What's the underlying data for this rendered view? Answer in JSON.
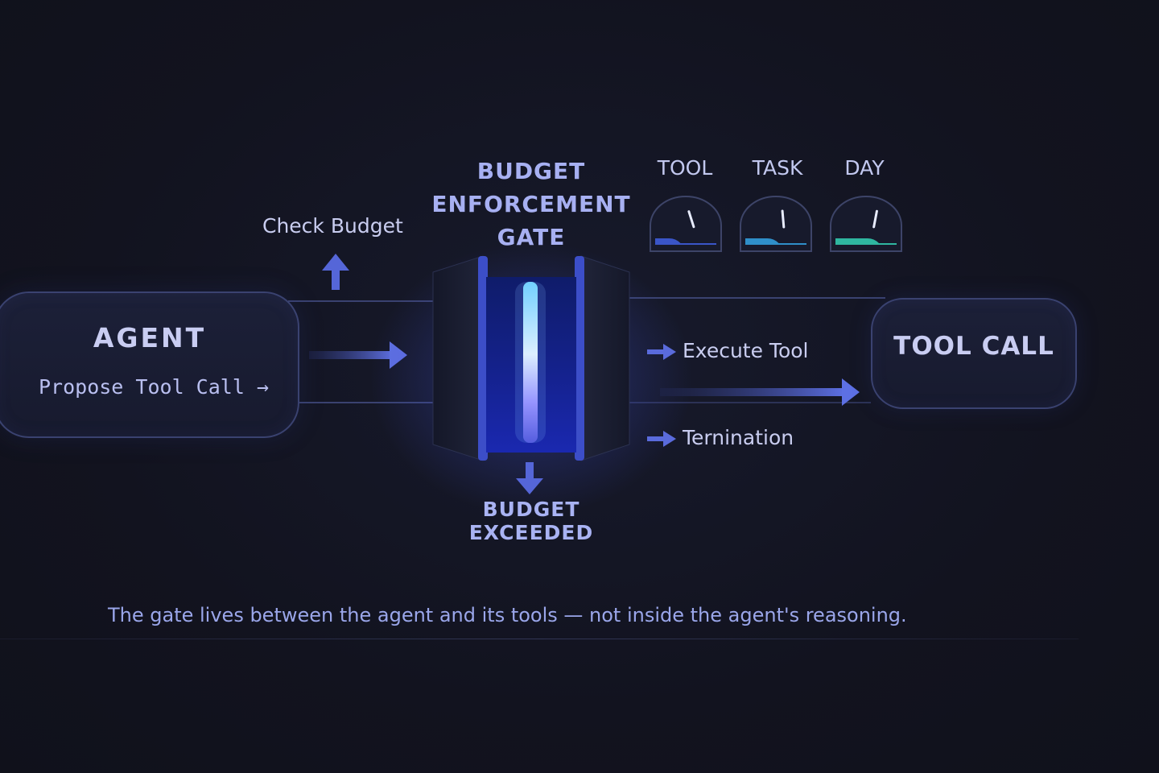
{
  "agent": {
    "title": "AGENT",
    "subtitle": "Propose Tool Call →"
  },
  "gate": {
    "title_lines": [
      "BUDGET",
      "ENFORCEMENT",
      "GATE"
    ],
    "check_label": "Check Budget",
    "exceeded_label": "BUDGET EXCEEDED"
  },
  "meters": [
    {
      "label": "TOOL",
      "level": 0.35,
      "color": "#3a55c8"
    },
    {
      "label": "TASK",
      "level": 0.55,
      "color": "#2f8fc9"
    },
    {
      "label": "DAY",
      "level": 0.8,
      "color": "#2fb6a0"
    }
  ],
  "outputs": {
    "execute_label": "Execute Tool",
    "termination_label": "Ternination"
  },
  "tool_call": {
    "title": "TOOL CALL"
  },
  "caption": "The gate lives between the agent and its tools — not inside the agent's reasoning.",
  "colors": {
    "background": "#12131f",
    "accent": "#5a6be0",
    "box_border": "#3a4270",
    "text": "#c9cdf2"
  }
}
